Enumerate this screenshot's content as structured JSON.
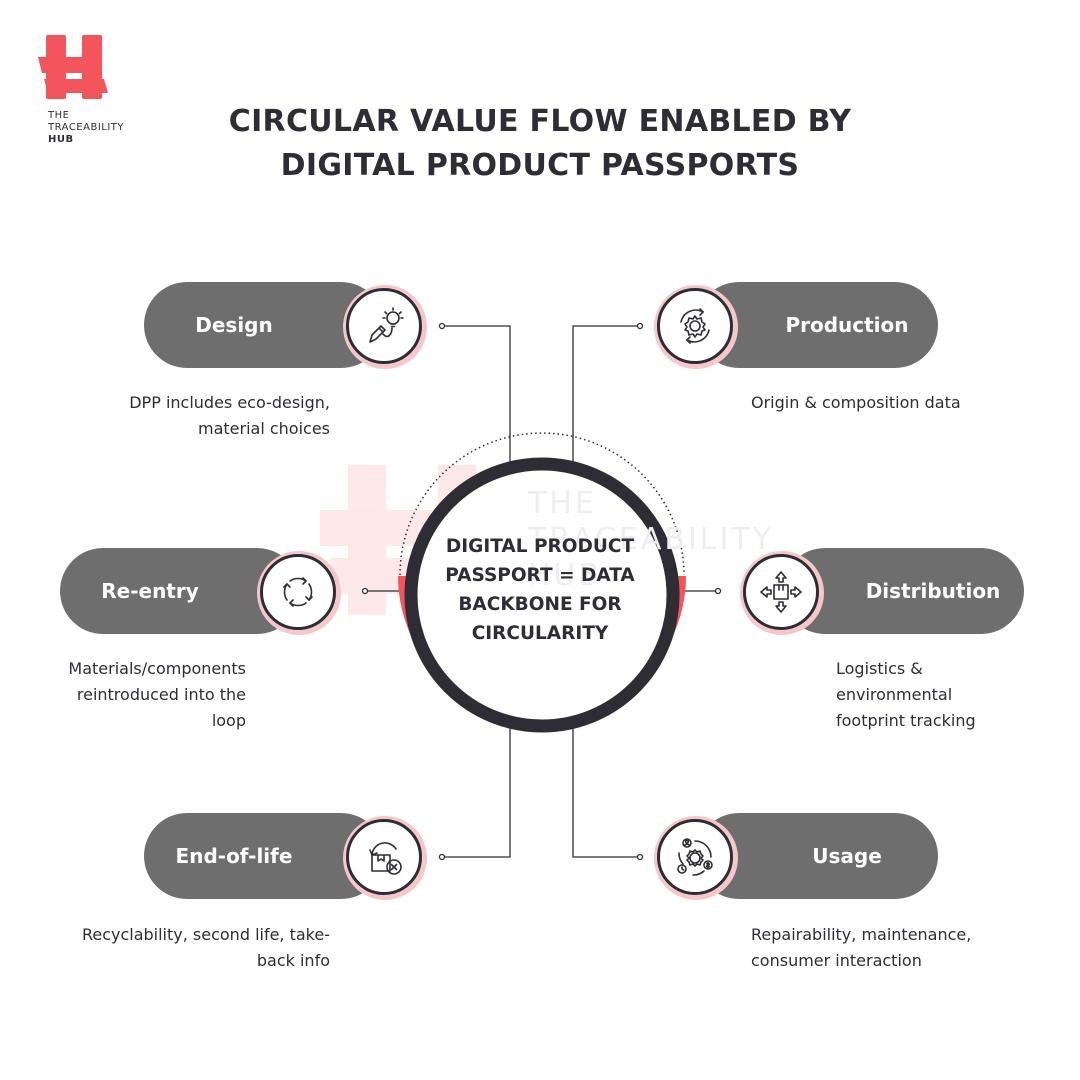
{
  "brand": {
    "name_line1": "THE",
    "name_line2": "TRACEABILITY",
    "name_line3": "HUB",
    "accent": "#f2555b",
    "dark": "#2e2c34",
    "pill_gray": "#6e6e6e",
    "shadow_pink": "#f6c7ca"
  },
  "title": {
    "line1": "CIRCULAR VALUE FLOW ENABLED BY",
    "line2": "DIGITAL PRODUCT PASSPORTS"
  },
  "center": {
    "line1": "DIGITAL PRODUCT",
    "line2": "PASSPORT = DATA",
    "line3": "BACKBONE FOR",
    "line4": "CIRCULARITY"
  },
  "watermark": {
    "line1": "THE",
    "line2": "TRACEABILITY",
    "line3": "HUB"
  },
  "stages": {
    "design": {
      "label": "Design",
      "icon": "pencil-lightbulb-icon",
      "desc_line1": "DPP includes eco-design,",
      "desc_line2": "material choices"
    },
    "production": {
      "label": "Production",
      "icon": "gear-cycle-icon",
      "desc_line1": "Origin & composition data"
    },
    "reentry": {
      "label": "Re-entry",
      "icon": "circular-arrows-icon",
      "desc_line1": "Materials/components",
      "desc_line2": "reintroduced into the",
      "desc_line3": "loop"
    },
    "distribution": {
      "label": "Distribution",
      "icon": "box-arrows-icon",
      "desc_line1": "Logistics &",
      "desc_line2": "environmental",
      "desc_line3": "footprint tracking"
    },
    "endoflife": {
      "label": "End-of-life",
      "icon": "box-return-icon",
      "desc_line1": "Recyclability, second life, take-",
      "desc_line2": "back info"
    },
    "usage": {
      "label": "Usage",
      "icon": "user-gear-cycle-icon",
      "desc_line1": "Repairability, maintenance,",
      "desc_line2": "consumer interaction"
    }
  }
}
